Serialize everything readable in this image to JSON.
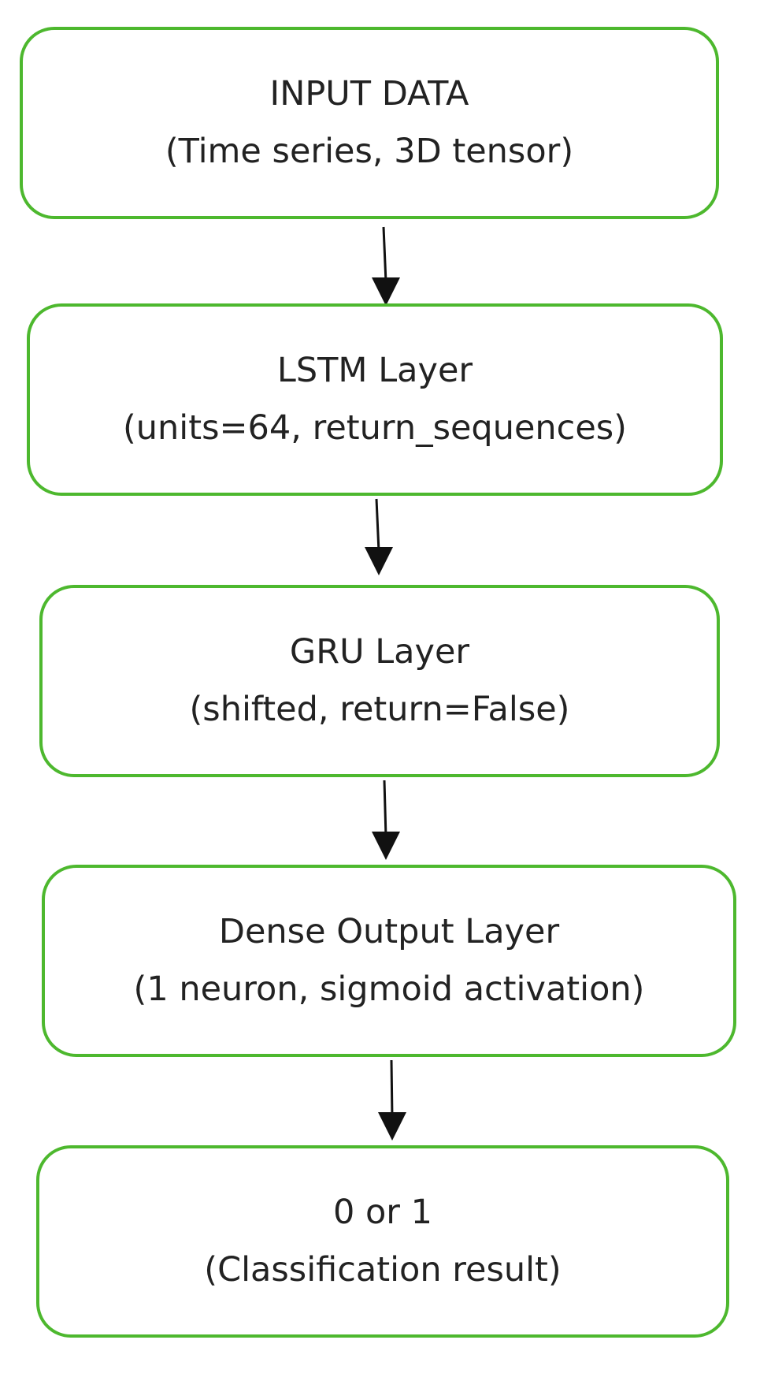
{
  "theme": {
    "box_border_color": "#4db82e",
    "arrow_color": "#111111",
    "text_color": "#222222"
  },
  "nodes": [
    {
      "id": "input-data",
      "line1": "INPUT DATA",
      "line2": "(Time series, 3D tensor)"
    },
    {
      "id": "lstm-layer",
      "line1": "LSTM Layer",
      "line2": "(units=64, return_sequences)"
    },
    {
      "id": "gru-layer",
      "line1": "GRU Layer",
      "line2": "(shifted, return=False)"
    },
    {
      "id": "dense-output-layer",
      "line1": "Dense Output Layer",
      "line2": "(1 neuron, sigmoid activation)"
    },
    {
      "id": "classification-result",
      "line1": "0 or 1",
      "line2": "(Classification result)"
    }
  ],
  "edges": [
    {
      "from": "input-data",
      "to": "lstm-layer"
    },
    {
      "from": "lstm-layer",
      "to": "gru-layer"
    },
    {
      "from": "gru-layer",
      "to": "dense-output-layer"
    },
    {
      "from": "dense-output-layer",
      "to": "classification-result"
    }
  ]
}
